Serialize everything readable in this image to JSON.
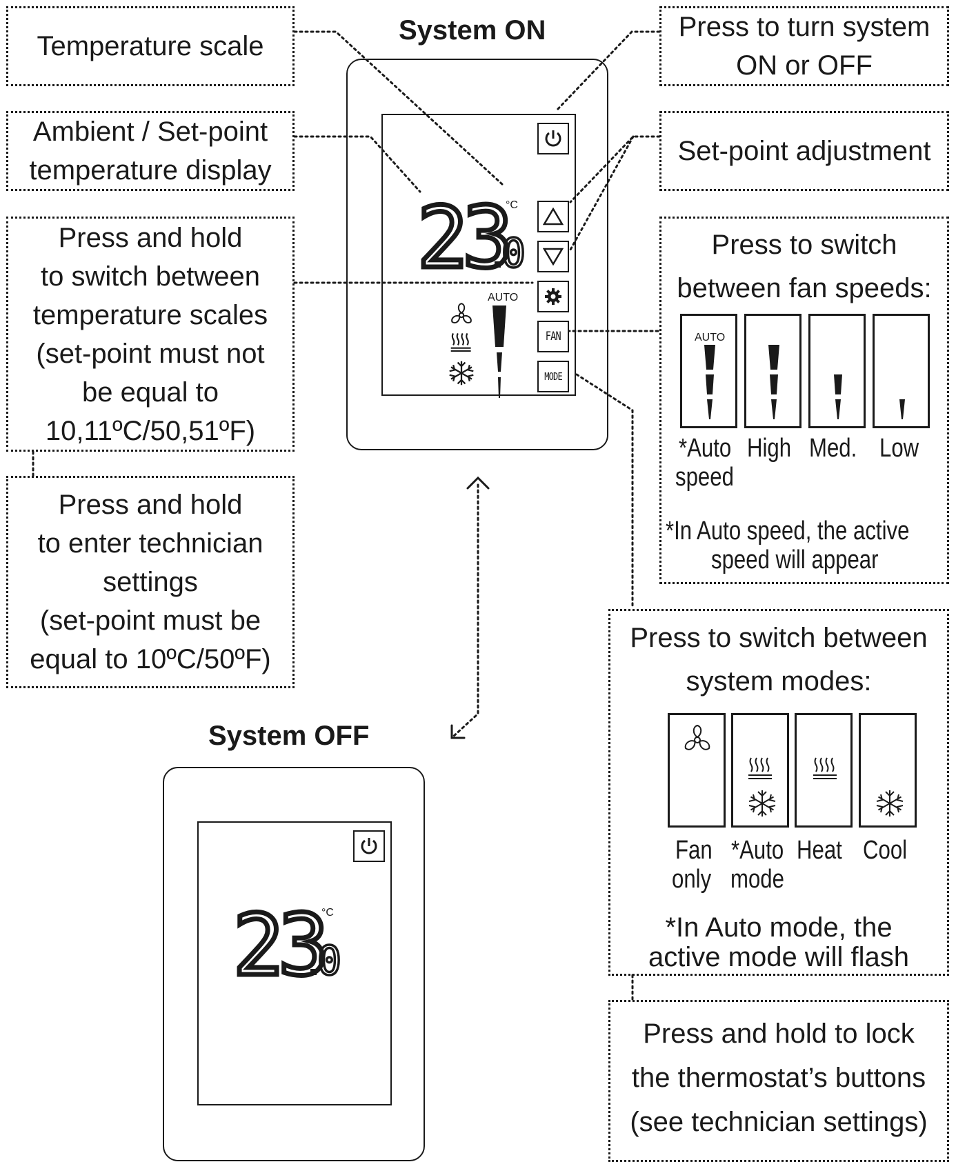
{
  "titles": {
    "on": "System ON",
    "off": "System OFF"
  },
  "callouts": {
    "temp_scale": [
      "Temperature scale"
    ],
    "ambient": [
      "Ambient / Set-point",
      "temperature display"
    ],
    "scale_switch": [
      "Press and hold",
      "to switch between",
      "temperature scales",
      "(set-point must not",
      "be equal to",
      "10,11ºC/50,51ºF)"
    ],
    "technician": [
      "Press and hold",
      "to enter technician",
      "settings",
      "(set-point must be",
      "equal to 10ºC/50ºF)"
    ],
    "power": [
      "Press to turn system",
      "ON or OFF"
    ],
    "setpoint": [
      "Set-point adjustment"
    ],
    "lock": [
      "Press and hold to lock",
      "the thermostat’s buttons",
      "(see technician settings)"
    ]
  },
  "fan_panel": {
    "heading": [
      "Press to switch",
      "between fan speeds:"
    ],
    "speeds": [
      {
        "name": "auto",
        "label": [
          "*Auto",
          "speed"
        ],
        "tag": "AUTO"
      },
      {
        "name": "high",
        "label": [
          "High"
        ]
      },
      {
        "name": "med",
        "label": [
          "Med."
        ]
      },
      {
        "name": "low",
        "label": [
          "Low"
        ]
      }
    ],
    "note": [
      "*In Auto speed, the active",
      "speed will appear"
    ]
  },
  "mode_panel": {
    "heading": [
      "Press to switch between",
      "system modes:"
    ],
    "modes": [
      {
        "name": "fan-only",
        "label": [
          "Fan",
          "only"
        ],
        "icons": [
          "fan"
        ]
      },
      {
        "name": "auto-mode",
        "label": [
          "*Auto",
          "mode"
        ],
        "icons": [
          "heat",
          "cool"
        ]
      },
      {
        "name": "heat",
        "label": [
          "Heat"
        ],
        "icons": [
          "heat"
        ]
      },
      {
        "name": "cool",
        "label": [
          "Cool"
        ],
        "icons": [
          "cool"
        ]
      }
    ],
    "note": [
      "*In Auto mode, the",
      "active mode will flash"
    ]
  },
  "device_on": {
    "temperature": "23",
    "decimal": "0",
    "unit": "°C",
    "auto_tag": "AUTO",
    "fan_button": "FAN",
    "mode_button": "MODE"
  },
  "device_off": {
    "temperature": "23",
    "decimal": "0",
    "unit": "°C"
  }
}
